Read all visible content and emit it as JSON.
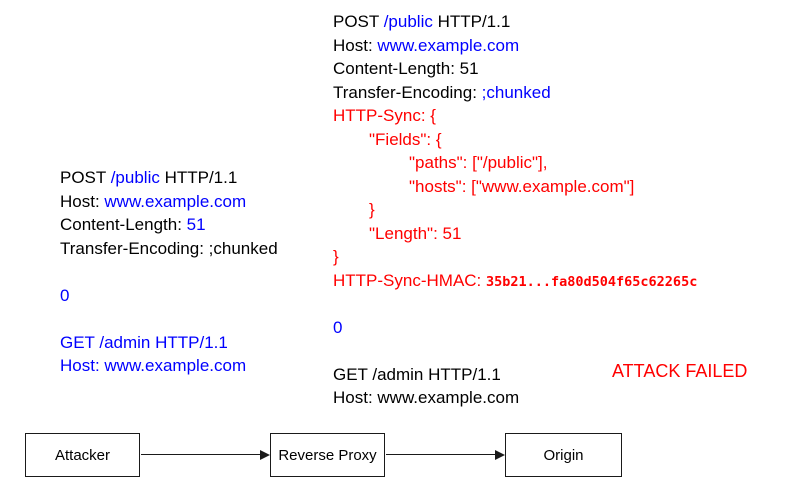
{
  "colors": {
    "black": "#000000",
    "blue": "#0000ff",
    "red": "#ff0000"
  },
  "attacker_request": {
    "lines": [
      {
        "indent": 0,
        "segments": [
          {
            "t": "POST ",
            "c": "black"
          },
          {
            "t": "/public",
            "c": "blue"
          },
          {
            "t": " HTTP/1.1",
            "c": "black"
          }
        ]
      },
      {
        "indent": 0,
        "segments": [
          {
            "t": "Host: ",
            "c": "black"
          },
          {
            "t": "www.example.com",
            "c": "blue"
          }
        ]
      },
      {
        "indent": 0,
        "segments": [
          {
            "t": "Content-Length: ",
            "c": "black"
          },
          {
            "t": "51",
            "c": "blue"
          }
        ]
      },
      {
        "indent": 0,
        "segments": [
          {
            "t": "Transfer-Encoding: ;chunked",
            "c": "black"
          }
        ]
      },
      {
        "indent": 0,
        "segments": []
      },
      {
        "indent": 0,
        "segments": [
          {
            "t": "0",
            "c": "blue"
          }
        ]
      },
      {
        "indent": 0,
        "segments": []
      },
      {
        "indent": 0,
        "segments": [
          {
            "t": "GET /admin HTTP/1.1",
            "c": "blue"
          }
        ]
      },
      {
        "indent": 0,
        "segments": [
          {
            "t": "Host: www.example.com",
            "c": "blue"
          }
        ]
      }
    ]
  },
  "proxied_request": {
    "lines": [
      {
        "indent": 0,
        "segments": [
          {
            "t": "POST ",
            "c": "black"
          },
          {
            "t": "/public",
            "c": "blue"
          },
          {
            "t": " HTTP/1.1",
            "c": "black"
          }
        ]
      },
      {
        "indent": 0,
        "segments": [
          {
            "t": "Host: ",
            "c": "black"
          },
          {
            "t": "www.example.com",
            "c": "blue"
          }
        ]
      },
      {
        "indent": 0,
        "segments": [
          {
            "t": "Content-Length: 51",
            "c": "black"
          }
        ]
      },
      {
        "indent": 0,
        "segments": [
          {
            "t": "Transfer-Encoding: ",
            "c": "black"
          },
          {
            "t": ";chunked",
            "c": "blue"
          }
        ]
      },
      {
        "indent": 0,
        "segments": [
          {
            "t": "HTTP-Sync: {",
            "c": "red"
          }
        ]
      },
      {
        "indent": 1,
        "segments": [
          {
            "t": "\"Fields\": {",
            "c": "red"
          }
        ]
      },
      {
        "indent": 2,
        "segments": [
          {
            "t": "\"paths\": [\"/public\"],",
            "c": "red"
          }
        ]
      },
      {
        "indent": 2,
        "segments": [
          {
            "t": "\"hosts\": [\"www.example.com\"]",
            "c": "red"
          }
        ]
      },
      {
        "indent": 1,
        "segments": [
          {
            "t": "}",
            "c": "red"
          }
        ]
      },
      {
        "indent": 1,
        "segments": [
          {
            "t": "\"Length\": 51",
            "c": "red"
          }
        ]
      },
      {
        "indent": 0,
        "segments": [
          {
            "t": "}",
            "c": "red"
          }
        ]
      },
      {
        "indent": 0,
        "segments": [
          {
            "t": "HTTP-Sync-HMAC: ",
            "c": "red"
          },
          {
            "t": "35b21...fa80d504f65c62265c",
            "c": "red",
            "mono": true
          }
        ]
      },
      {
        "indent": 0,
        "segments": []
      },
      {
        "indent": 0,
        "segments": [
          {
            "t": "0",
            "c": "blue"
          }
        ]
      },
      {
        "indent": 0,
        "segments": []
      },
      {
        "indent": 0,
        "segments": [
          {
            "t": "GET /admin HTTP/1.1",
            "c": "black"
          }
        ]
      },
      {
        "indent": 0,
        "segments": [
          {
            "t": "Host: www.example.com",
            "c": "black"
          }
        ]
      }
    ]
  },
  "status": {
    "label": "ATTACK FAILED"
  },
  "flow": {
    "nodes": [
      {
        "label": "Attacker"
      },
      {
        "label": "Reverse Proxy"
      },
      {
        "label": "Origin"
      }
    ]
  }
}
